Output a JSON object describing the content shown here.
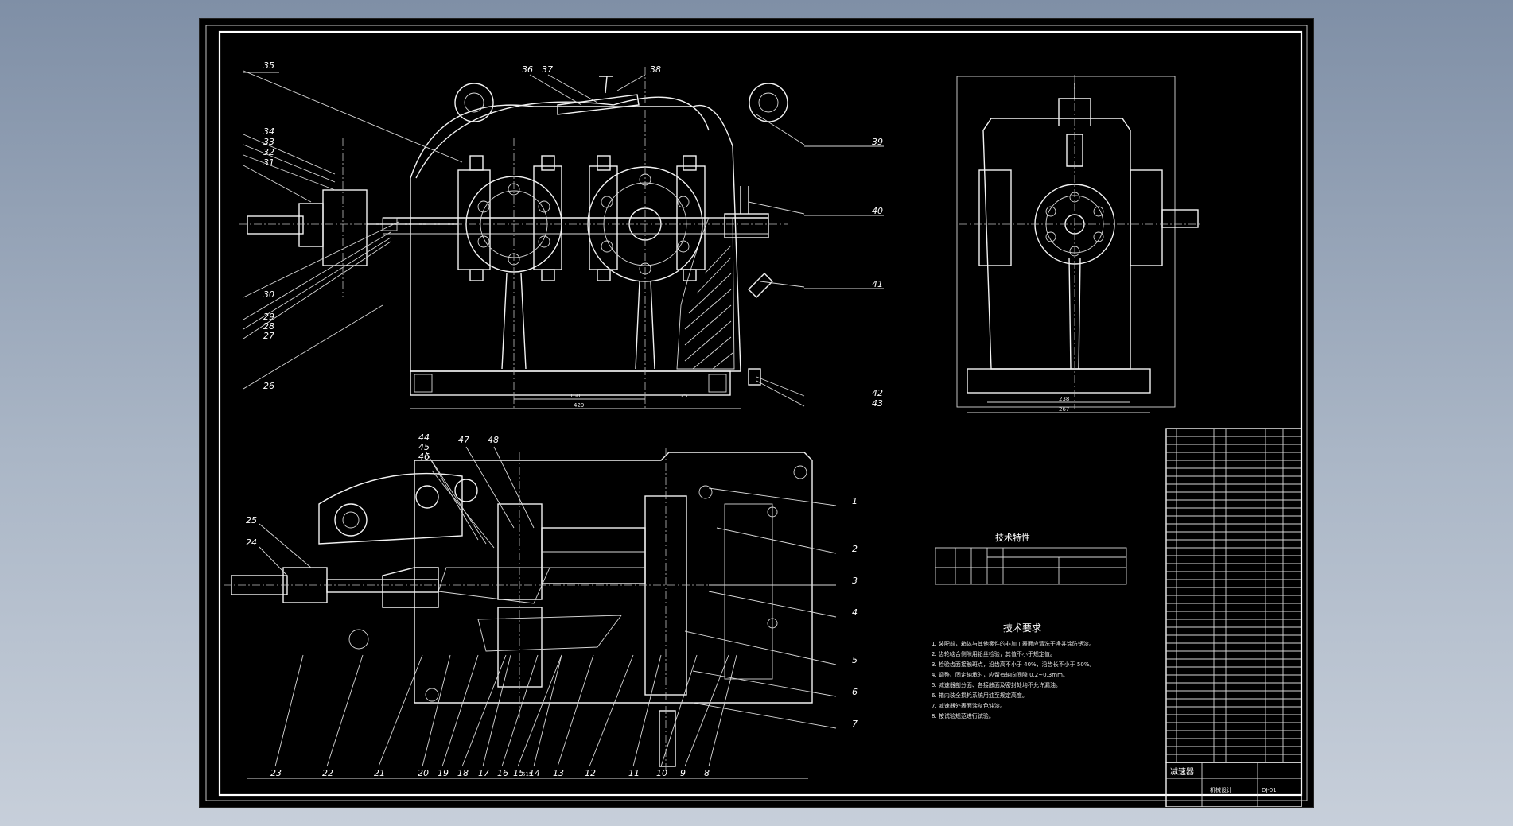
{
  "drawing": {
    "tech_characteristics_title": "技术特性",
    "tech_requirements_title": "技术要求",
    "requirements": [
      "1. 装配前，箱体与其他零件的非加工表面应清洗干净并涂防锈漆。",
      "2. 齿轮啮合侧隙用铅丝检验，其值不小于规定值。",
      "3. 检验齿面接触斑点，沿齿高不小于 40%，沿齿长不小于 50%。",
      "4. 调整、固定轴承时，应留有轴向间隙 0.2~0.3mm。",
      "5. 减速器剖分面、各接触面及密封处均不允许漏油。",
      "6. 箱内装全损耗系统用油至规定高度。",
      "7. 减速器外表面涂灰色油漆。",
      "8. 按试验规范进行试验。"
    ],
    "title_block": {
      "name": "减速器",
      "school": "机械设计",
      "drawing_no": "DJ-01"
    },
    "balloons": {
      "top_left": [
        "35",
        "34",
        "33",
        "32",
        "31",
        "30",
        "29",
        "28",
        "27",
        "26"
      ],
      "top_mid": [
        "36",
        "37",
        "38"
      ],
      "top_right": [
        "39",
        "40",
        "41",
        "42",
        "43"
      ],
      "plan_top": [
        "44",
        "45",
        "46",
        "47",
        "48"
      ],
      "plan_right": [
        "1",
        "2",
        "3",
        "4",
        "5",
        "6",
        "7"
      ],
      "plan_left": [
        "25",
        "24"
      ],
      "plan_bottom": [
        "23",
        "22",
        "21",
        "20",
        "19",
        "18",
        "17",
        "16",
        "15",
        "14",
        "13",
        "12",
        "11",
        "10",
        "9",
        "8"
      ]
    },
    "dims": {
      "front_overall": "429",
      "front_centers": "160",
      "front_right": "125",
      "side_overall": "267",
      "side_base": "238",
      "plan_overall": "615"
    }
  }
}
